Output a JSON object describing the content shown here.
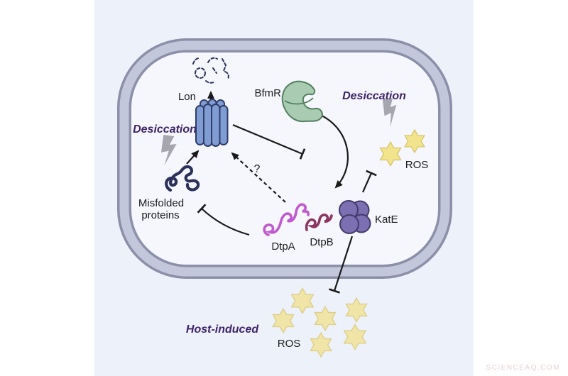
{
  "figure": {
    "labels": {
      "lon": "Lon",
      "bfmr": "BfmR",
      "kate": "KatE",
      "dtpa": "DtpA",
      "dtpb": "DtpB",
      "misfolded_1": "Misfolded",
      "misfolded_2": "proteins",
      "desiccation_left": "Desiccation",
      "desiccation_right": "Desiccation",
      "ros_desiccation": "ROS",
      "ros_host": "ROS",
      "host_induced": "Host-induced",
      "uncertainty": "?"
    },
    "watermark": "SCIENCEAQ.COM",
    "colors": {
      "page_bg": "#ffffff",
      "panel_bg": "#edf1f9",
      "cell_interior": "#f5f7fd",
      "membrane_dark": "#8b90a8",
      "membrane_light": "#c3c7db",
      "lon_protease": "#7f9cd3",
      "lon_outline": "#303c6b",
      "bfmr_protein": "#a9cbb2",
      "bfmr_outline": "#55805f",
      "kate_protein": "#7c6fb2",
      "kate_outline": "#453a6b",
      "dtpa_peptide": "#c05ace",
      "dtpb_peptide": "#8d3560",
      "ros_star_fill": "#f0e5a6",
      "ros_star_edge": "#dccf85",
      "lightning": "#a6a6ae",
      "stress_text": "#3f2468",
      "misfolded_navy": "#2b3158",
      "arrow": "#1a1a1a"
    },
    "interactions": [
      {
        "source": "Lon",
        "target": "degraded peptides",
        "type": "arrow"
      },
      {
        "source": "Misfolded proteins",
        "target": "Lon",
        "type": "arrow"
      },
      {
        "source": "BfmR",
        "target": "KatE",
        "type": "arrow"
      },
      {
        "source": "Lon",
        "target": "BfmR-KatE pathway",
        "type": "inhibition"
      },
      {
        "source": "DtpA",
        "target": "Lon",
        "type": "dashed-arrow",
        "annotation": "?"
      },
      {
        "source": "DtpA/DtpB",
        "target": "Misfolded proteins",
        "type": "inhibition"
      },
      {
        "source": "KatE",
        "target": "ROS (desiccation)",
        "type": "inhibition"
      },
      {
        "source": "KatE",
        "target": "ROS (host-induced)",
        "type": "inhibition"
      }
    ]
  }
}
